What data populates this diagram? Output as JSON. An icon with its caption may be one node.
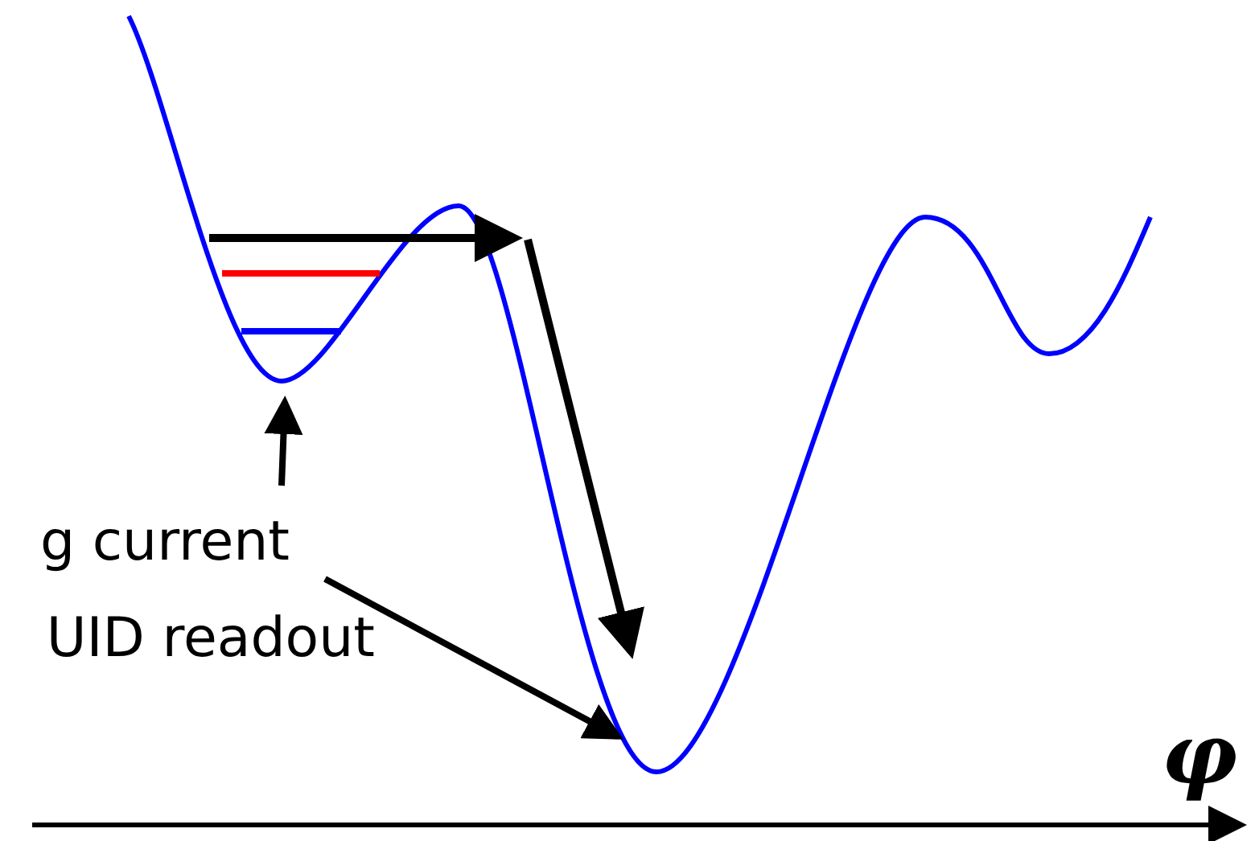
{
  "diagram": {
    "nodes": [
      {
        "text": [
          "g current"
        ]
      },
      {
        "text": [
          "UID readout"
        ]
      }
    ],
    "edges": [
      {
        "from": 0,
        "to": null,
        "arrow": "to"
      },
      {
        "from": 1,
        "to": null,
        "arrow": "to"
      }
    ],
    "labels": [
      "φ"
    ]
  }
}
